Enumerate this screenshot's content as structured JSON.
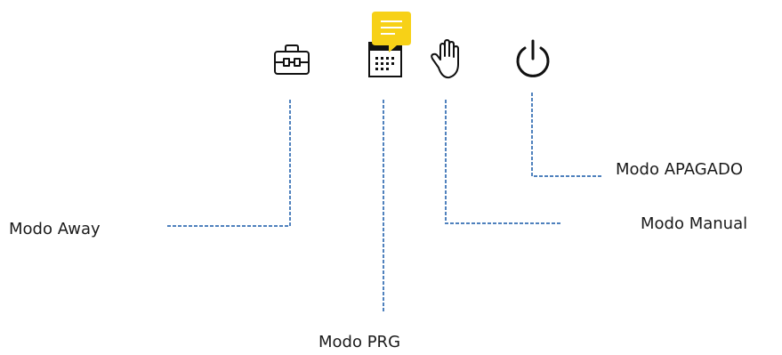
{
  "diagram": {
    "labels": {
      "away": "Modo Away",
      "prg": "Modo PRG",
      "manual": "Modo Manual",
      "off": "Modo APAGADO"
    },
    "icons": {
      "away": "briefcase-icon",
      "prg": "calendar-icon",
      "manual": "hand-icon",
      "off": "power-icon",
      "note": "comment-note-icon"
    },
    "colors": {
      "leader_line": "#4f81bd",
      "icon_stroke": "#111111",
      "note_fill": "#f7d117"
    }
  }
}
